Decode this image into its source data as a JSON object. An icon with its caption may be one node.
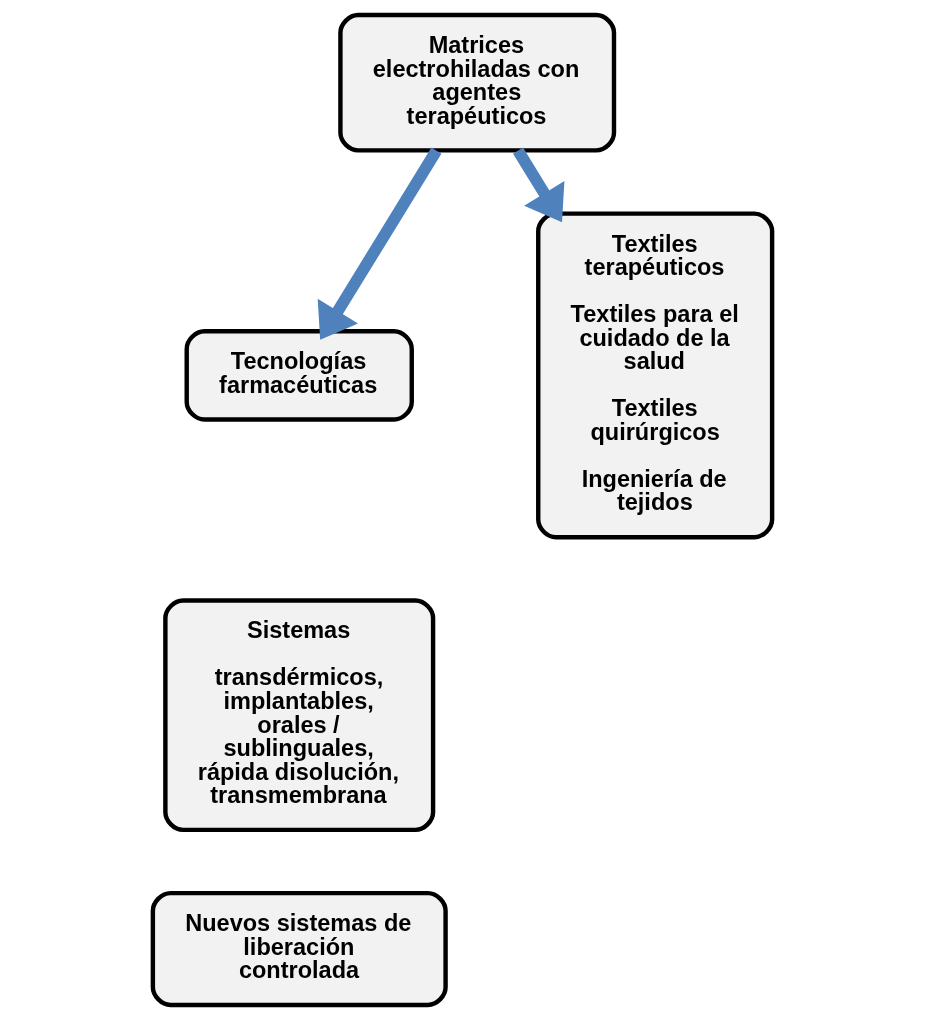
{
  "diagram": {
    "nodes": [
      {
        "text": [
          "Matrices electrohiladas con agentes terapéuticos"
        ]
      },
      {
        "text": [
          "Tecnologías farmacéuticas"
        ]
      },
      {
        "text": [
          "Sistemas",
          "transdérmicos, implantables, orales / sublinguales, rápida disolución, transmembrana"
        ]
      },
      {
        "text": [
          "Nuevos sistemas de liberación controlada"
        ]
      },
      {
        "text": [
          "Textiles terapéuticos",
          "Textiles para el cuidado de la salud",
          "Textiles quirúrgicos",
          "Ingeniería de tejidos"
        ]
      }
    ],
    "edges": [
      {
        "from": 0,
        "to": 1,
        "arrow": "to"
      },
      {
        "from": 0,
        "to": 4,
        "arrow": "to"
      }
    ]
  }
}
